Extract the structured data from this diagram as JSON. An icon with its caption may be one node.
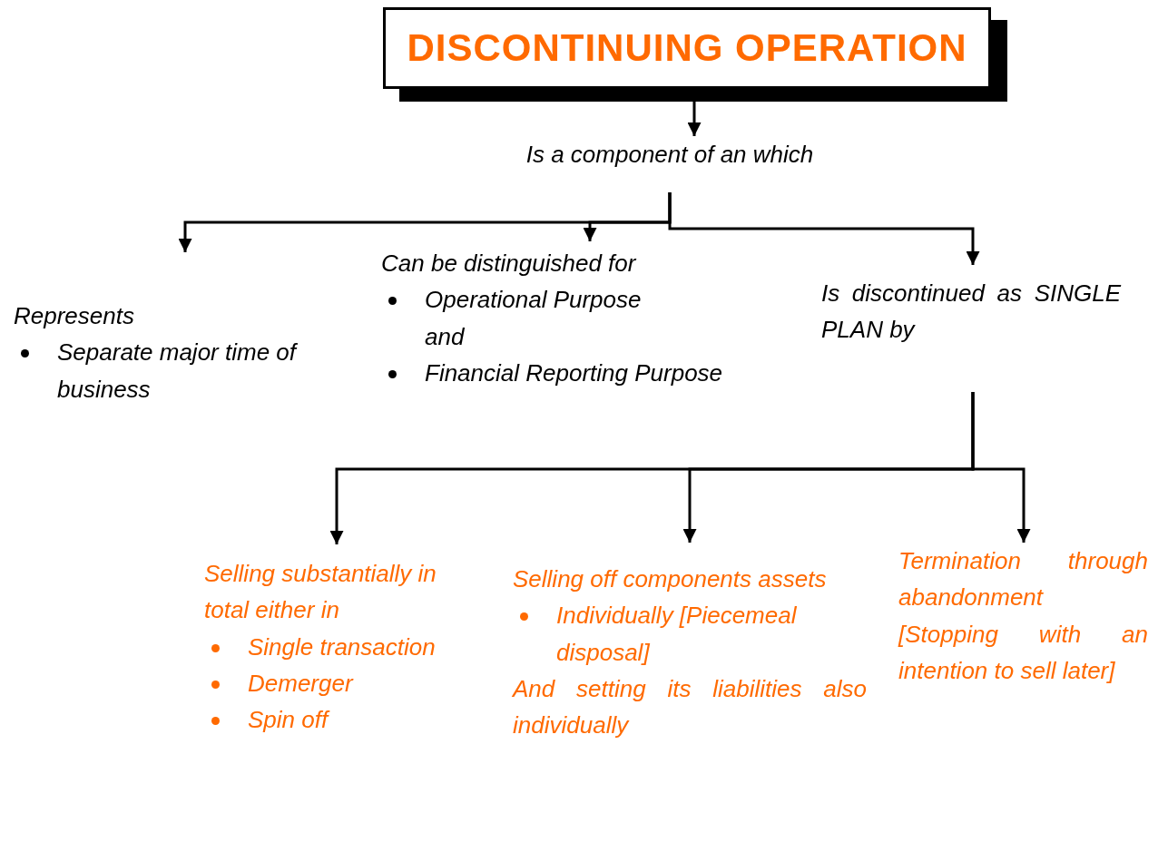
{
  "diagram": {
    "nodes": [
      {
        "text": [
          "DISCONTINUING OPERATION"
        ]
      },
      {
        "text": [
          "Is a component of an which"
        ]
      },
      {
        "text": [
          "Represents",
          "Separate major time of business"
        ]
      },
      {
        "text": [
          "Can be distinguished for",
          "Operational Purpose",
          "and",
          "Financial Reporting Purpose"
        ]
      },
      {
        "text": [
          "Is discontinued as SINGLE PLAN by"
        ]
      },
      {
        "text": [
          "Selling substantially in total either in",
          "Single transaction",
          "Demerger",
          "Spin off"
        ]
      },
      {
        "text": [
          "Selling off components assets",
          "Individually [Piecemeal disposal]",
          "And setting its liabilities also individually"
        ]
      },
      {
        "text": [
          "Termination through abandonment [Stopping with an intention to sell later]"
        ]
      }
    ],
    "edges": [
      {
        "from": 0,
        "to": 1,
        "arrow": "to"
      },
      {
        "from": 1,
        "to": 2,
        "arrow": "to"
      },
      {
        "from": 1,
        "to": 3,
        "arrow": "to"
      },
      {
        "from": 1,
        "to": 4,
        "arrow": "to"
      },
      {
        "from": 4,
        "to": 5,
        "arrow": "to"
      },
      {
        "from": 4,
        "to": 6,
        "arrow": "to"
      },
      {
        "from": 4,
        "to": 7,
        "arrow": "to"
      }
    ]
  }
}
